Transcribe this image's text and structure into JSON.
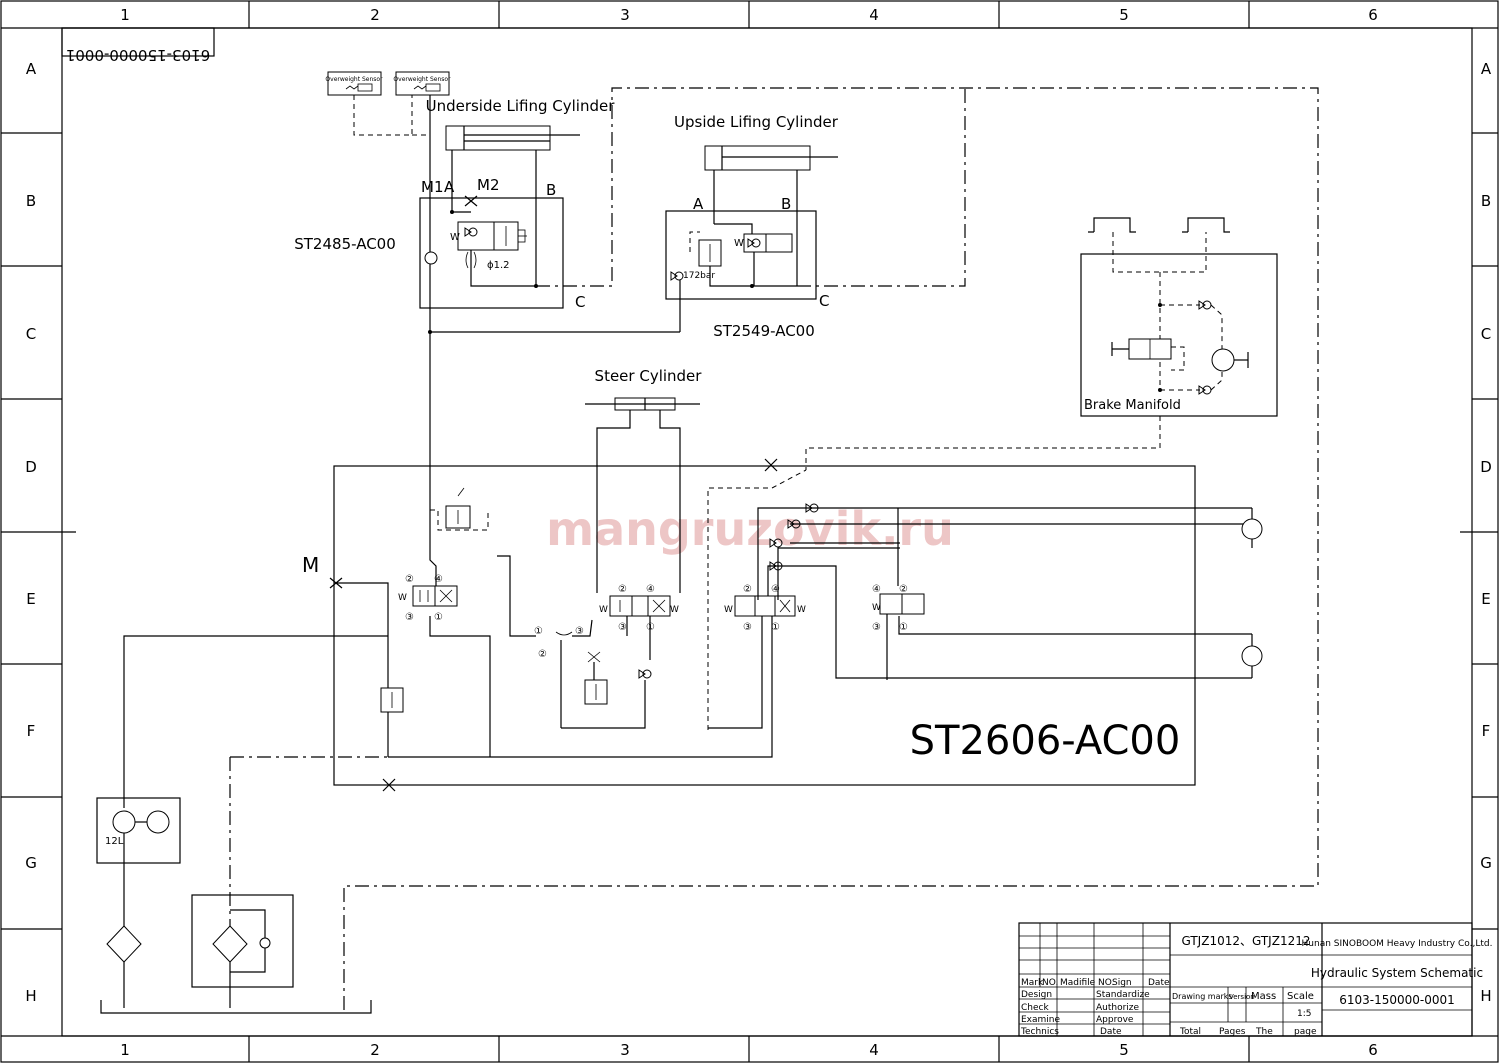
{
  "frame": {
    "columns": [
      "1",
      "2",
      "3",
      "4",
      "5",
      "6"
    ],
    "rows": [
      "A",
      "B",
      "C",
      "D",
      "E",
      "F",
      "G",
      "H"
    ]
  },
  "drawing_number_box": "6103-150000-0001",
  "watermark": "mangruzovik.ru",
  "components": {
    "overweight_sensor_1": "Overweight Sensor",
    "overweight_sensor_2": "Overweight Sensor",
    "underside_cylinder": "Underside Lifing Cylinder",
    "upside_cylinder": "Upside Lifing Cylinder",
    "steer_cylinder": "Steer Cylinder",
    "brake_manifold": "Brake Manifold",
    "valve_st2485": "ST2485-AC00",
    "valve_st2549": "ST2549-AC00",
    "main_manifold": "ST2606-AC00",
    "pump_flow": "12L",
    "orifice": "ϕ1.2",
    "relief_setting": "172bar"
  },
  "port_labels": {
    "m1": "M1",
    "a1": "A",
    "m2": "M2",
    "b1": "B",
    "c1": "C",
    "a2": "A",
    "b2": "B",
    "c2": "C",
    "m": "M"
  },
  "port_numbers": [
    "①",
    "②",
    "③",
    "④"
  ],
  "title_block": {
    "model": "GTJZ1012、GTJZ1212",
    "company": "Hunan SINOBOOM Heavy Industry Co.,Ltd.",
    "drawing_title": "Hydraulic System Schematic",
    "drawing_number": "6103-150000-0001",
    "col_mark": "Mark",
    "col_no": "NO.",
    "col_modifile_no": "Madifile NO.",
    "col_sign": "Sign",
    "col_date": "Date",
    "row_design": "Design",
    "row_check": "Check",
    "row_examine": "Examine",
    "row_technics": "Technics",
    "row_standardize": "Standardize",
    "row_authorize": "Authorize",
    "row_approve": "Approve",
    "row_date": "Date",
    "drawing_marks": "Drawing marks",
    "version": "Version",
    "mass": "Mass",
    "scale": "Scale",
    "scale_value": "1:5",
    "total": "Total",
    "pages": "Pages",
    "the": "The",
    "page": "page"
  }
}
